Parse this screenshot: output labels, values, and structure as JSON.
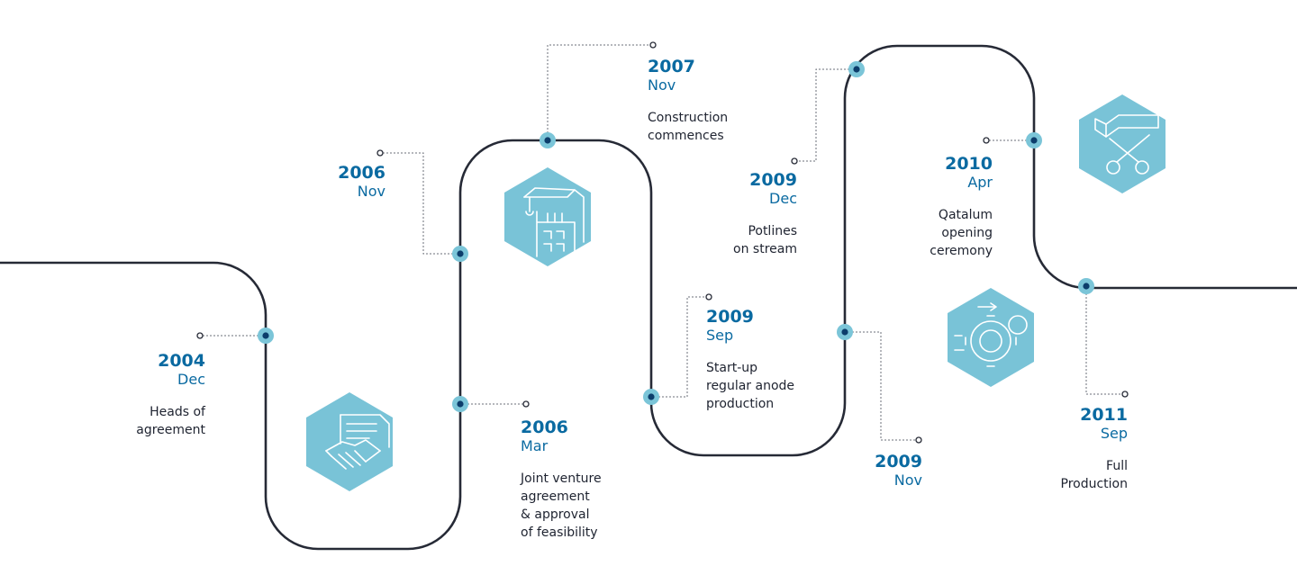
{
  "colors": {
    "path": "#262a36",
    "node_ring": "#7bc5d8",
    "node_center": "#0c3d6b",
    "connector": "#6b6f78",
    "hexagon": "#79c3d7",
    "year": "#0a6aa1",
    "text": "#1e2330"
  },
  "milestones": [
    {
      "year": "2004",
      "month": "Dec",
      "desc": [
        "Heads of",
        "agreement"
      ]
    },
    {
      "year": "2006",
      "month": "Mar",
      "desc": [
        "Joint venture",
        "agreement",
        "& approval",
        "of feasibility"
      ]
    },
    {
      "year": "2006",
      "month": "Nov",
      "desc": []
    },
    {
      "year": "2007",
      "month": "Nov",
      "desc": [
        "Construction",
        "commences"
      ]
    },
    {
      "year": "2009",
      "month": "Sep",
      "desc": [
        "Start-up",
        "regular anode",
        "production"
      ]
    },
    {
      "year": "2009",
      "month": "Dec",
      "desc": [
        "Potlines",
        "on stream"
      ]
    },
    {
      "year": "2009",
      "month": "Nov",
      "desc": []
    },
    {
      "year": "2010",
      "month": "Apr",
      "desc": [
        "Qatalum",
        "opening",
        "ceremony"
      ]
    },
    {
      "year": "2011",
      "month": "Sep",
      "desc": [
        "Full",
        "Production"
      ]
    }
  ],
  "icons": [
    "handshake-icon",
    "construction-crane-icon",
    "gears-icon",
    "ribbon-scissors-icon"
  ]
}
